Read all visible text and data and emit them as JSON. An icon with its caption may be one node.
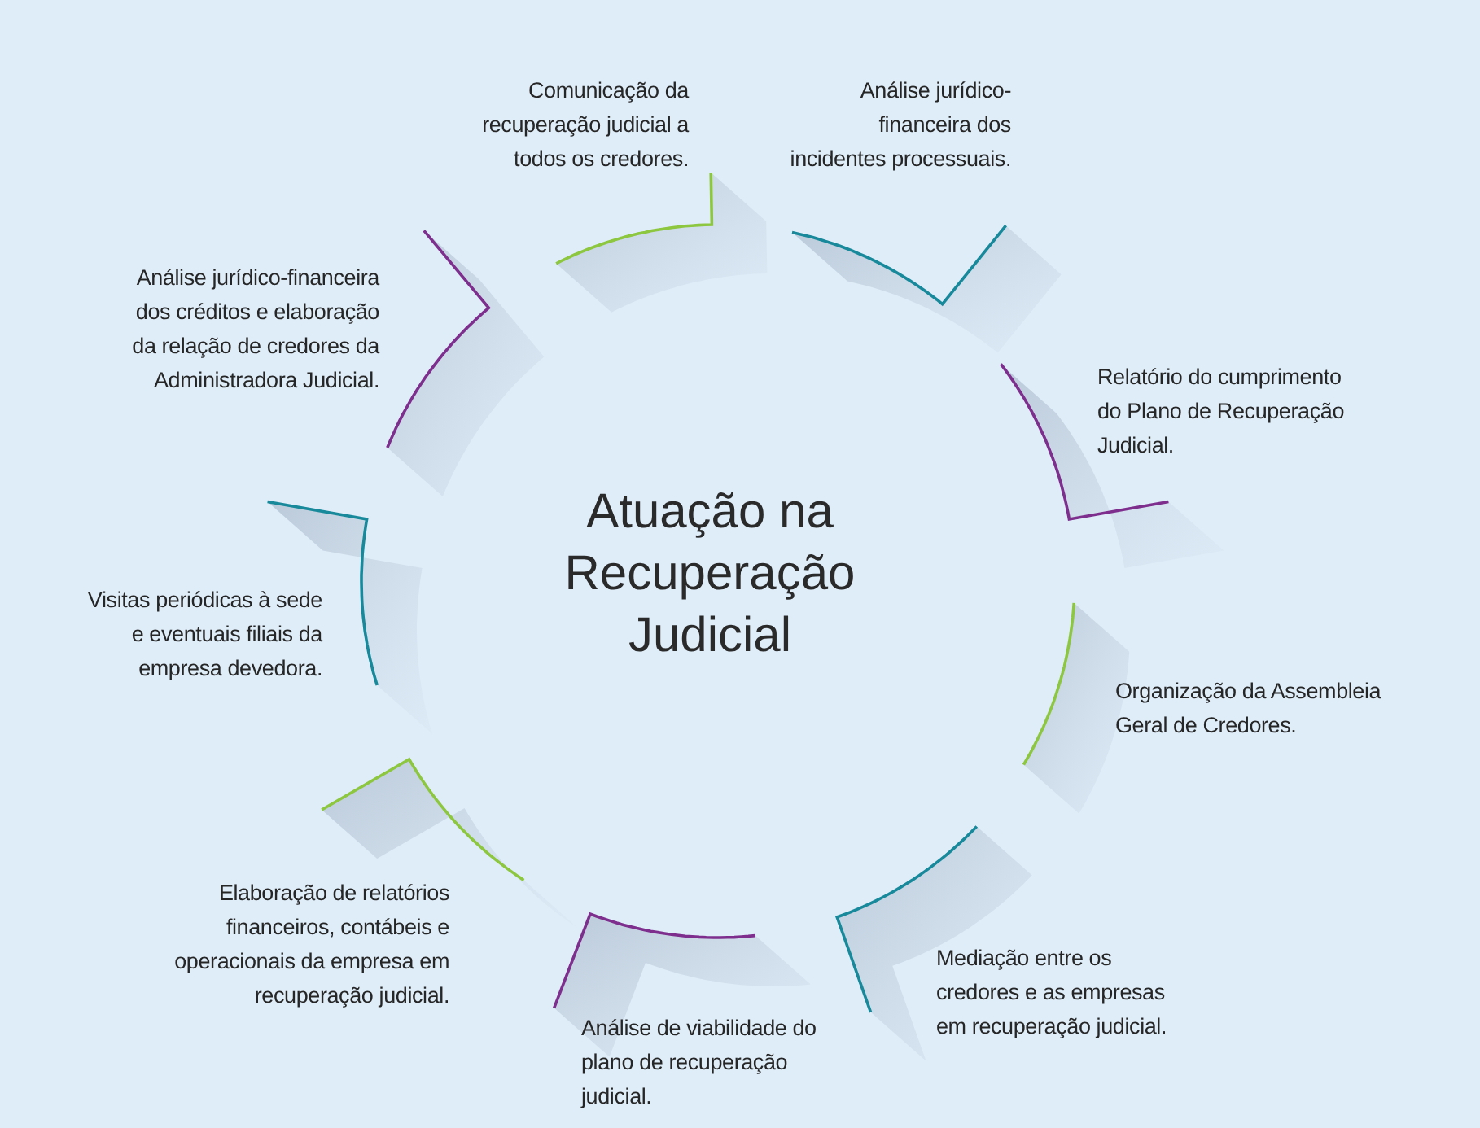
{
  "diagram": {
    "title": "Atuação na Recuperação Judicial",
    "labels": [
      "Comunicação da recuperação judicial a todos os credores.",
      "Análise jurídico-financeira dos incidentes processuais.",
      "Relatório do cumprimento do Plano de Recuperação Judicial.",
      "Organização da Assembleia Geral de Credores.",
      "Mediação entre os credores e as empresas em recuperação judicial.",
      "Análise de viabilidade do plano de recuperação judicial.",
      "Elaboração de relatórios financeiros, contábeis e operacionais da empresa em recuperação judicial.",
      "Visitas periódicas à sede e eventuais filiais da empresa devedora.",
      "Análise jurídico-financeira dos créditos e elaboração da relação de credores da Administradora Judicial."
    ]
  }
}
